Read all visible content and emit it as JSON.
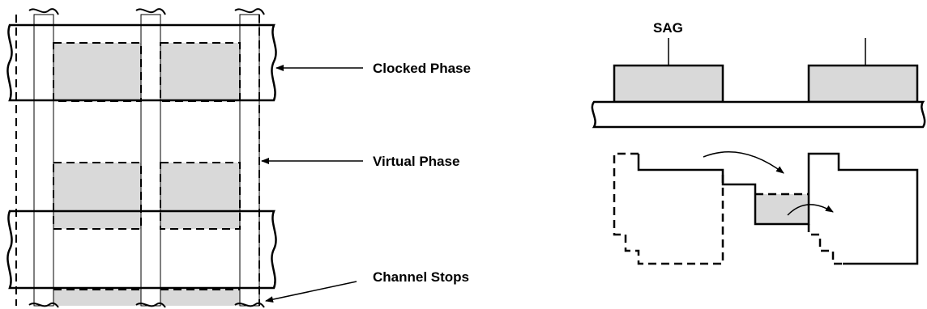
{
  "labels": {
    "clocked_phase": "Clocked Phase",
    "virtual_phase": "Virtual Phase",
    "channel_stops": "Channel Stops",
    "sag": "SAG"
  },
  "colors": {
    "stroke": "#000000",
    "fill": "#d9d9d9",
    "background": "#ffffff"
  }
}
